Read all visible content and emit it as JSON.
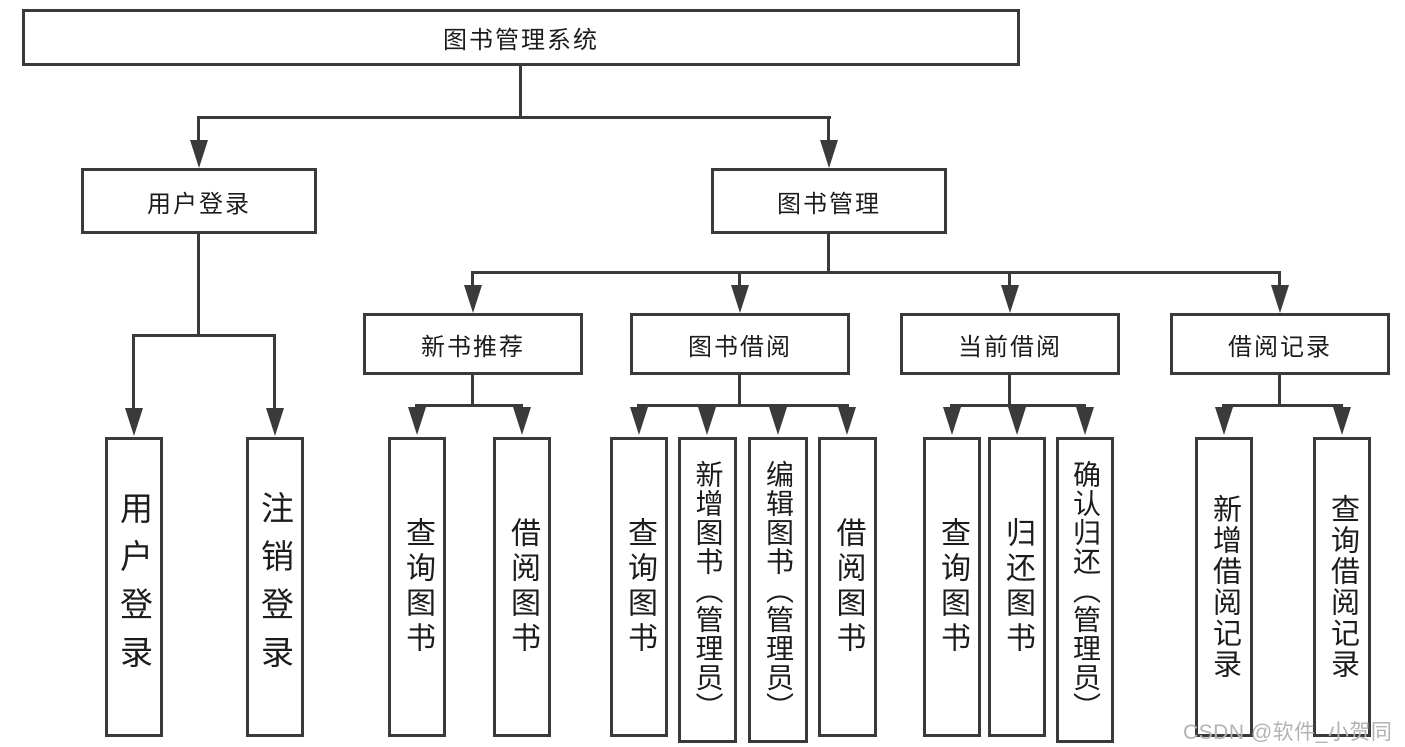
{
  "diagram": {
    "root": "图书管理系统",
    "level2": [
      "用户登录",
      "图书管理"
    ],
    "level3": [
      "新书推荐",
      "图书借阅",
      "当前借阅",
      "借阅记录"
    ],
    "leaves": {
      "login": [
        "用户登录",
        "注销登录"
      ],
      "recommend": [
        "查询图书",
        "借阅图书"
      ],
      "borrow": [
        "查询图书",
        "新增图书（管理员）",
        "编辑图书（管理员）",
        "借阅图书"
      ],
      "current": [
        "查询图书",
        "归还图书",
        "确认归还（管理员）"
      ],
      "records": [
        "新增借阅记录",
        "查询借阅记录"
      ]
    }
  },
  "watermark": "CSDN @软件_小贺同学",
  "colors": {
    "line": "#3a3a3a",
    "text": "#1c1c1c",
    "watermark": "#b3b3b3",
    "background": "#ffffff"
  }
}
